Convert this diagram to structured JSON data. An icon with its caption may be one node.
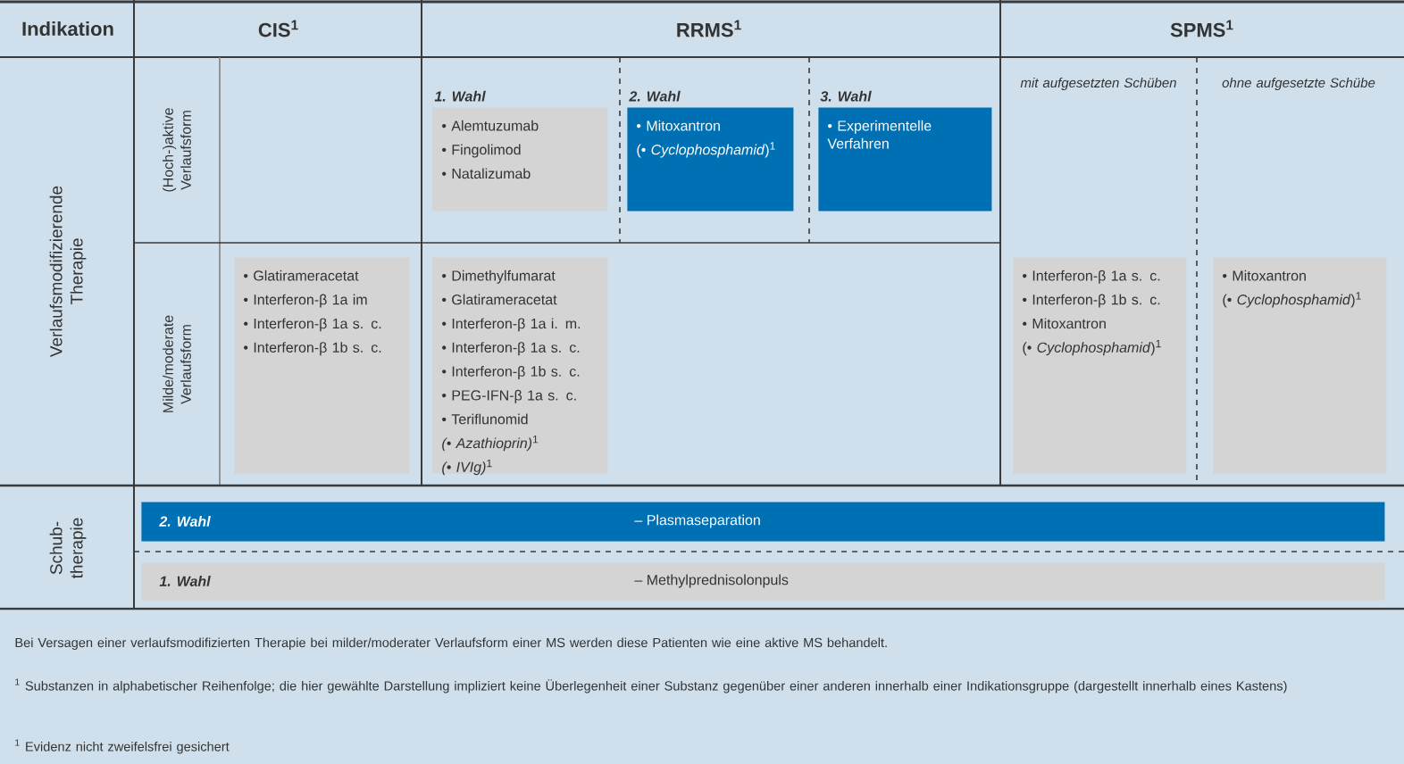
{
  "diagram": {
    "nodes": [
      {
        "text": [
          "1. Wahl",
          "• Alemtuzumab",
          "• Fingolimod",
          "• Natalizumab"
        ]
      },
      {
        "text": [
          "2. Wahl",
          "• Mitoxantron",
          "(• *Cyclophosphamid*)$^{1}$"
        ]
      },
      {
        "text": [
          "3. Wahl",
          "• Experimentelle Verfahren"
        ]
      },
      {
        "text": [
          "• Glatirameracetat",
          "• Interferon-β 1a im",
          "• Interferon-β 1a s. c.",
          "• Interferon-β 1b s. c."
        ]
      },
      {
        "text": [
          "• Dimethylfumarat",
          "• Glatirameracetat",
          "• Interferon-β 1a i. m.",
          "• Interferon-β 1a s. c.",
          "• Interferon-β 1b s. c.",
          "• PEG-IFN-β 1a s. c.",
          "• Teriflunomid",
          "*(• Azathioprin)*$^{1}$",
          "*(• IVIg)*$^{1}$"
        ]
      },
      {
        "text": [
          "• Interferon-β 1a s. c.",
          "• Interferon-β 1b s. c.",
          "• Mitoxantron",
          "(• *Cyclophosphamid*)$^{1}$"
        ]
      },
      {
        "text": [
          "• Mitoxantron",
          "(• *Cyclophosphamid*)$^{1}$"
        ]
      },
      {
        "text": [
          "2. Wahl",
          "– Plasmaseparation"
        ]
      },
      {
        "text": [
          "1. Wahl",
          "– Methylprednisolonpuls"
        ]
      }
    ],
    "labels": [
      "Indikation",
      "CIS$^{1}$",
      "RRMS$^{1}$",
      "SPMS$^{1}$",
      "Verlaufsmodifizierende Therapie",
      "(Hoch-)aktive Verlaufsform",
      "mit aufgesetzten Schüben",
      "ohne aufgesetzte Schübe",
      "Milde/moderate Verlaufsform",
      "Schub-therapie",
      "Bei Versagen einer verlaufsmodifizierten Therapie bei milder/moderater Verlaufsform einer MS werden diese Patienten wie eine aktive MS behandelt.",
      "$^{1}$ Substanzen in alphabetischer Reihenfolge; die hier gewählte Darstellung impliziert keine Überlegenheit einer Substanz gegenüber einer anderen innerhalb einer Indikationsgruppe (dargestellt innerhalb eines Kastens)",
      "$^{1}$ Evidenz nicht zweifelsfrei gesichert"
    ]
  }
}
